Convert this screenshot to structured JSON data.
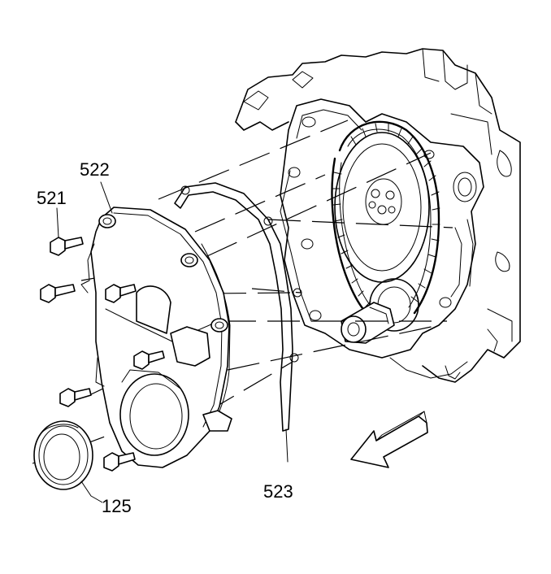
{
  "callouts": {
    "bolt": "521",
    "front_cover": "522",
    "gasket": "523",
    "crank_seal": "125"
  }
}
